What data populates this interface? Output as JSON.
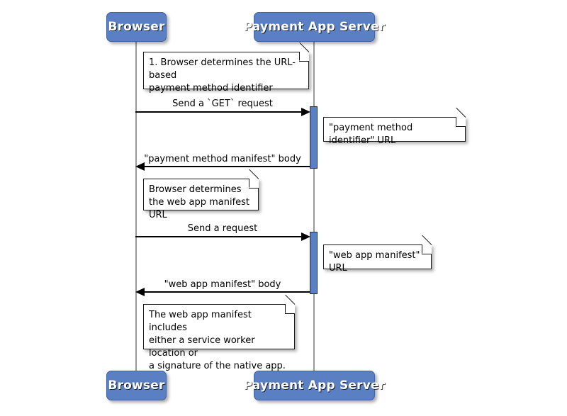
{
  "diagram": {
    "type": "sequence-diagram",
    "participants": [
      {
        "id": "browser",
        "label": "Browser"
      },
      {
        "id": "server",
        "label": "Payment App Server"
      }
    ],
    "notes": [
      {
        "id": "note-1",
        "text": "1. Browser determines the URL-based\npayment method identifier"
      },
      {
        "id": "note-2",
        "text": "\"payment method identifier\" URL"
      },
      {
        "id": "note-3",
        "text": "Browser determines\nthe web app manifest URL"
      },
      {
        "id": "note-4",
        "text": "\"web app manifest\" URL"
      },
      {
        "id": "note-5",
        "text": "The web app manifest includes\neither a service worker location or\na signature of the native app."
      }
    ],
    "messages": [
      {
        "id": "msg-1",
        "label": "Send a `GET` request",
        "direction": "right"
      },
      {
        "id": "msg-2",
        "label": "\"payment method manifest\" body",
        "direction": "left"
      },
      {
        "id": "msg-3",
        "label": "Send a request",
        "direction": "right"
      },
      {
        "id": "msg-4",
        "label": "\"web app manifest\" body",
        "direction": "left"
      }
    ],
    "colors": {
      "participant_fill": "#5a7fc2",
      "participant_border": "#3f62a0",
      "participant_text": "#ffffff",
      "activation_fill": "#5a7fc2",
      "lifeline": "#9a9a9a",
      "note_fill": "#ffffff",
      "note_border": "#1a1a1a",
      "line": "#000000",
      "background": "#ffffff"
    }
  }
}
